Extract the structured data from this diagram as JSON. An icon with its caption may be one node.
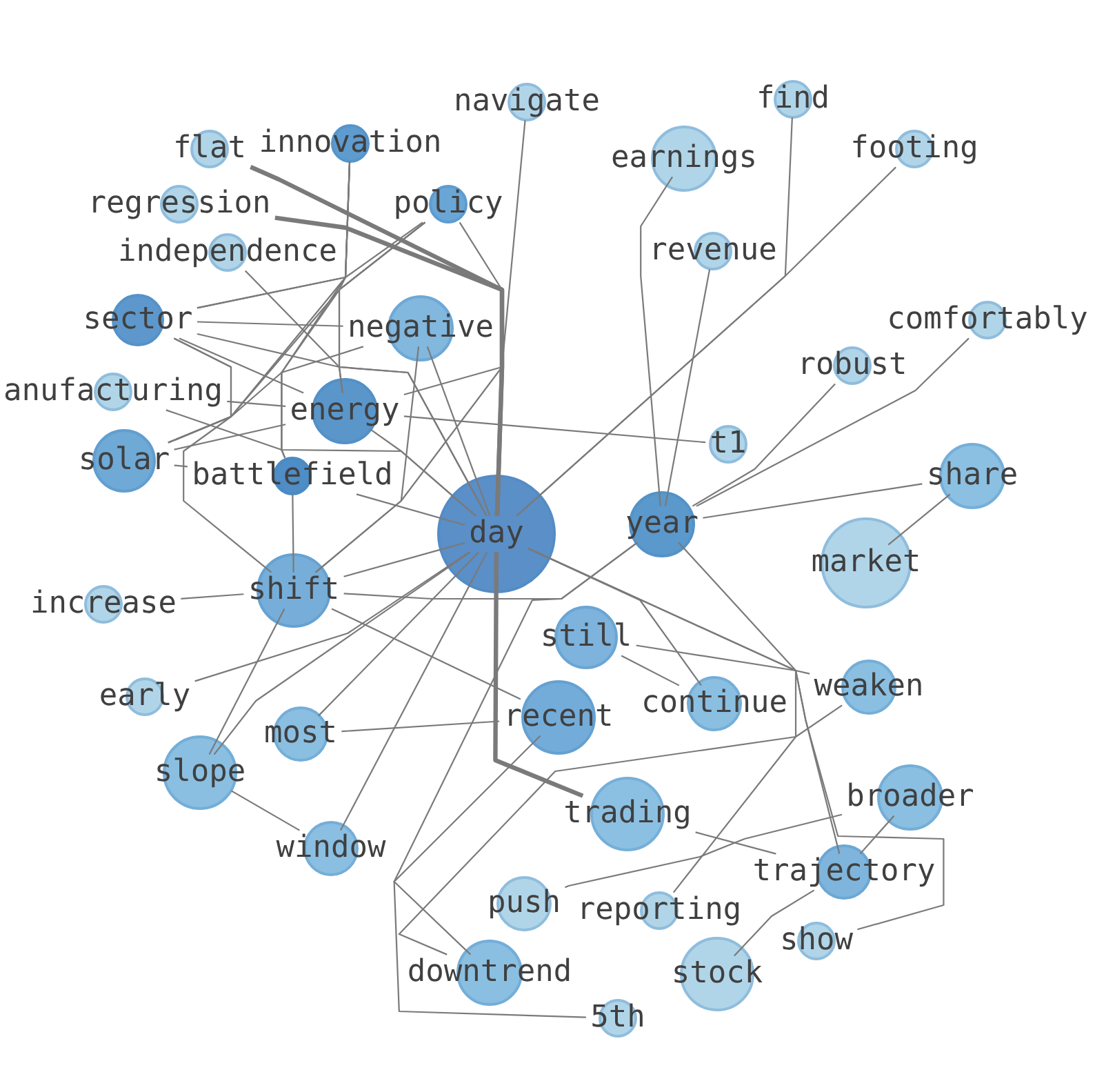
{
  "diagram": {
    "nodes": [
      {
        "text": [
          "day"
        ]
      },
      {
        "text": [
          "year"
        ]
      },
      {
        "text": [
          "still"
        ]
      },
      {
        "text": [
          "recent"
        ]
      },
      {
        "text": [
          "continue"
        ]
      },
      {
        "text": [
          "trading"
        ]
      },
      {
        "text": [
          "shift"
        ]
      },
      {
        "text": [
          "energy"
        ]
      },
      {
        "text": [
          "negative"
        ]
      },
      {
        "text": [
          "battlefield"
        ]
      },
      {
        "text": [
          "sector"
        ]
      },
      {
        "text": [
          "solar"
        ]
      },
      {
        "text": [
          "anufacturing"
        ]
      },
      {
        "text": [
          "independence"
        ]
      },
      {
        "text": [
          "regression"
        ]
      },
      {
        "text": [
          "flat"
        ]
      },
      {
        "text": [
          "innovation"
        ]
      },
      {
        "text": [
          "policy"
        ]
      },
      {
        "text": [
          "navigate"
        ]
      },
      {
        "text": [
          "earnings"
        ]
      },
      {
        "text": [
          "find"
        ]
      },
      {
        "text": [
          "footing"
        ]
      },
      {
        "text": [
          "revenue"
        ]
      },
      {
        "text": [
          "comfortably"
        ]
      },
      {
        "text": [
          "robust"
        ]
      },
      {
        "text": [
          "t1"
        ]
      },
      {
        "text": [
          "share"
        ]
      },
      {
        "text": [
          "market"
        ]
      },
      {
        "text": [
          "increase"
        ]
      },
      {
        "text": [
          "early"
        ]
      },
      {
        "text": [
          "slope"
        ]
      },
      {
        "text": [
          "most"
        ]
      },
      {
        "text": [
          "window"
        ]
      },
      {
        "text": [
          "weaken"
        ]
      },
      {
        "text": [
          "broader"
        ]
      },
      {
        "text": [
          "trajectory"
        ]
      },
      {
        "text": [
          "push"
        ]
      },
      {
        "text": [
          "reporting"
        ]
      },
      {
        "text": [
          "downtrend"
        ]
      },
      {
        "text": [
          "stock"
        ]
      },
      {
        "text": [
          "show"
        ]
      },
      {
        "text": [
          "5th"
        ]
      }
    ],
    "edges": [
      {
        "from": 0,
        "to": 5,
        "arrow": "none",
        "style": "thick"
      },
      {
        "from": 13,
        "to": 0,
        "arrow": "none"
      },
      {
        "from": 14,
        "to": 0,
        "arrow": "none",
        "style": "thick"
      },
      {
        "from": 15,
        "to": 0,
        "arrow": "none",
        "style": "thick"
      },
      {
        "from": 6,
        "to": 0,
        "arrow": "none"
      },
      {
        "from": 6,
        "to": 1,
        "arrow": "none"
      },
      {
        "from": 28,
        "to": 6,
        "arrow": "none"
      },
      {
        "from": 20,
        "to": 0,
        "arrow": "none"
      },
      {
        "from": 21,
        "to": 0,
        "arrow": "none"
      },
      {
        "from": 19,
        "to": 1,
        "arrow": "none"
      },
      {
        "from": 22,
        "to": 1,
        "arrow": "none"
      },
      {
        "from": 1,
        "to": 37,
        "arrow": "none"
      },
      {
        "from": 1,
        "to": 41,
        "arrow": "none"
      },
      {
        "from": 24,
        "to": 1,
        "arrow": "none"
      },
      {
        "from": 23,
        "to": 1,
        "arrow": "none"
      },
      {
        "from": 7,
        "to": 25,
        "arrow": "none"
      },
      {
        "from": 1,
        "to": 26,
        "arrow": "none"
      },
      {
        "from": 26,
        "to": 27,
        "arrow": "none"
      },
      {
        "from": 2,
        "to": 33,
        "arrow": "none"
      },
      {
        "from": 0,
        "to": 4,
        "arrow": "none"
      },
      {
        "from": 2,
        "to": 4,
        "arrow": "none"
      },
      {
        "from": 0,
        "to": 35,
        "arrow": "none"
      },
      {
        "from": 5,
        "to": 35,
        "arrow": "none"
      },
      {
        "from": 0,
        "to": 40,
        "arrow": "none"
      },
      {
        "from": 33,
        "to": 38,
        "arrow": "none"
      },
      {
        "from": 36,
        "to": 34,
        "arrow": "none"
      },
      {
        "from": 34,
        "to": 35,
        "arrow": "none"
      },
      {
        "from": 35,
        "to": 39,
        "arrow": "none"
      },
      {
        "from": 6,
        "to": 3,
        "arrow": "none"
      },
      {
        "from": 31,
        "to": 3,
        "arrow": "none"
      },
      {
        "from": 3,
        "to": 38,
        "arrow": "none"
      },
      {
        "from": 0,
        "to": 29,
        "arrow": "none"
      },
      {
        "from": 0,
        "to": 30,
        "arrow": "none"
      },
      {
        "from": 0,
        "to": 31,
        "arrow": "none"
      },
      {
        "from": 0,
        "to": 32,
        "arrow": "none"
      },
      {
        "from": 6,
        "to": 30,
        "arrow": "none"
      },
      {
        "from": 30,
        "to": 32,
        "arrow": "none"
      },
      {
        "from": 16,
        "to": 10,
        "arrow": "none"
      },
      {
        "from": 16,
        "to": 7,
        "arrow": "none"
      },
      {
        "from": 16,
        "to": 9,
        "arrow": "none"
      },
      {
        "from": 16,
        "to": 11,
        "arrow": "none"
      },
      {
        "from": 17,
        "to": 10,
        "arrow": "none"
      },
      {
        "from": 17,
        "to": 11,
        "arrow": "none"
      },
      {
        "from": 17,
        "to": 9,
        "arrow": "none"
      },
      {
        "from": 17,
        "to": 7,
        "arrow": "none"
      },
      {
        "from": 17,
        "to": 6,
        "arrow": "none"
      },
      {
        "from": 18,
        "to": 7,
        "arrow": "none"
      },
      {
        "from": 10,
        "to": 11,
        "arrow": "none"
      },
      {
        "from": 10,
        "to": 7,
        "arrow": "none"
      },
      {
        "from": 10,
        "to": 8,
        "arrow": "none"
      },
      {
        "from": 10,
        "to": 0,
        "arrow": "none"
      },
      {
        "from": 10,
        "to": 6,
        "arrow": "none"
      },
      {
        "from": 12,
        "to": 7,
        "arrow": "none"
      },
      {
        "from": 11,
        "to": 7,
        "arrow": "none"
      },
      {
        "from": 11,
        "to": 9,
        "arrow": "none"
      },
      {
        "from": 11,
        "to": 8,
        "arrow": "none"
      },
      {
        "from": 9,
        "to": 0,
        "arrow": "none"
      },
      {
        "from": 9,
        "to": 6,
        "arrow": "none"
      },
      {
        "from": 7,
        "to": 0,
        "arrow": "none"
      },
      {
        "from": 8,
        "to": 0,
        "arrow": "none"
      },
      {
        "from": 8,
        "to": 6,
        "arrow": "none"
      },
      {
        "from": 12,
        "to": 0,
        "arrow": "none"
      }
    ]
  }
}
